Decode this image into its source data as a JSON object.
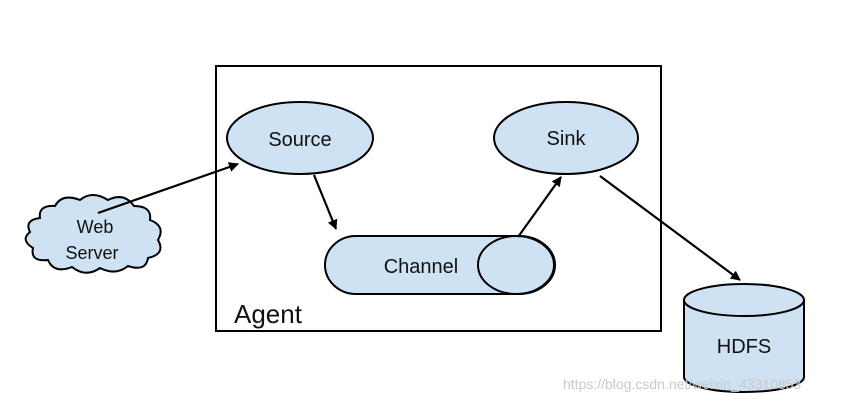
{
  "nodes": {
    "web_server": {
      "line1": "Web",
      "line2": "Server"
    },
    "source": "Source",
    "sink": "Sink",
    "channel": "Channel",
    "hdfs": "HDFS",
    "agent": "Agent"
  },
  "watermark": "https://blog.csdn.net/weixin_43310853",
  "colors": {
    "node_fill": "#cfe2f3",
    "stroke": "#000000",
    "watermark": "#c9c9c9"
  }
}
